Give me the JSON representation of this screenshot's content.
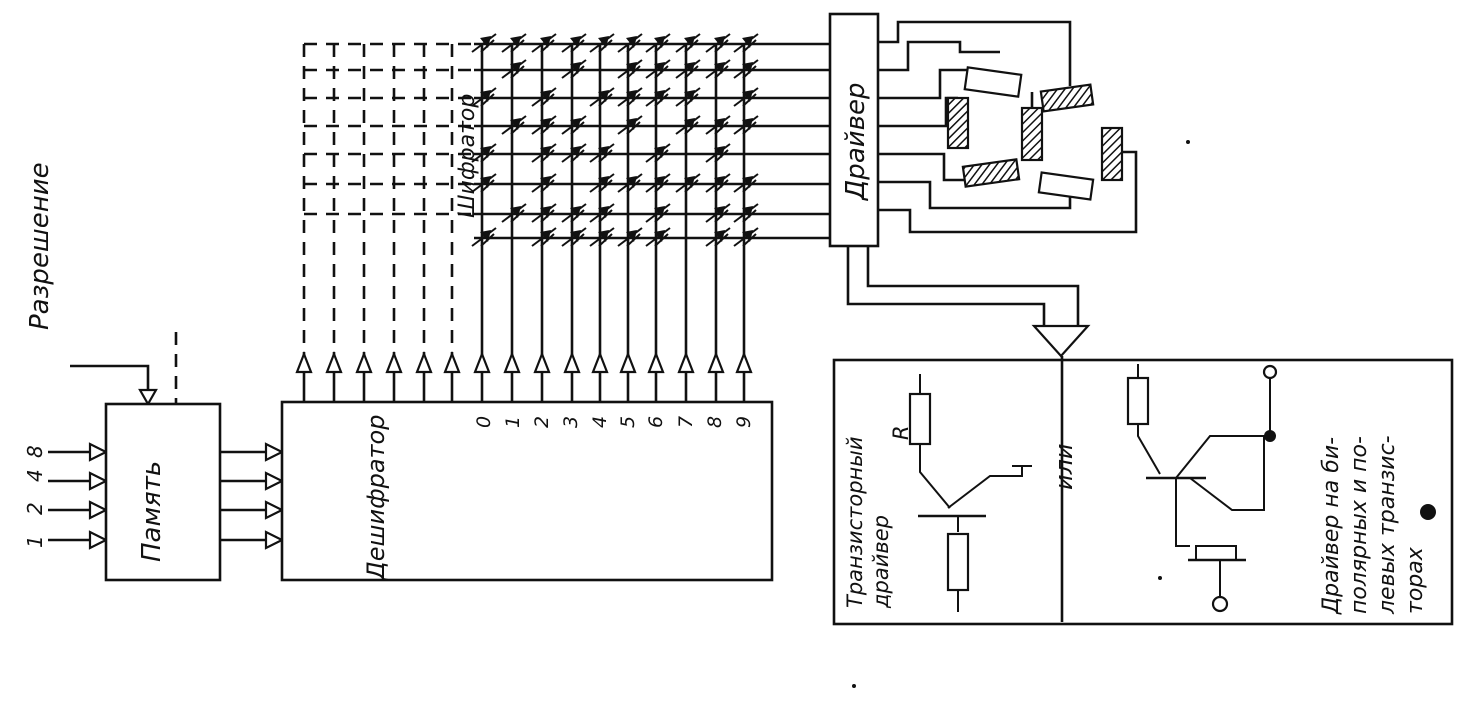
{
  "labels": {
    "enable": "Разрешение",
    "memory": "Память",
    "decoder": "Дешифратор",
    "encoder": "Шифратор",
    "driver": "Драйвер",
    "ili": "или",
    "transistor_driver_line1": "Транзисторный",
    "transistor_driver_line2": "драйвер",
    "resistor_label": "R",
    "bipolar_driver_line1": "Драйвер на би-",
    "bipolar_driver_line2": "полярных и по-",
    "bipolar_driver_line3": "левых транзис-",
    "bipolar_driver_line4": "торах"
  },
  "input_weights": [
    "1",
    "2",
    "4",
    "8"
  ],
  "decoder_outputs": [
    "0",
    "1",
    "2",
    "3",
    "4",
    "5",
    "6",
    "7",
    "8",
    "9"
  ]
}
